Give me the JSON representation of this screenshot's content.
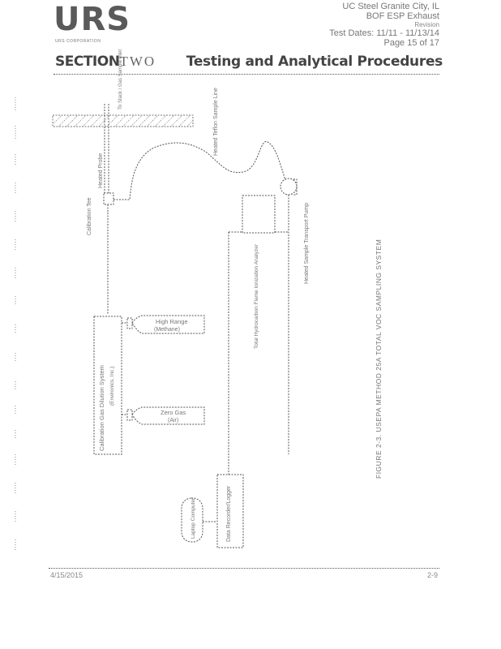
{
  "header": {
    "logo_text": "URS",
    "logo_tagline": "URS CORPORATION",
    "section_bold": "SECTION",
    "section_light": "TWO",
    "title": "Testing and Analytical Procedures",
    "info_lines": [
      "UC Steel Granite City, IL",
      "BOF ESP Exhaust",
      "Test Dates: 11/11 - 11/13/14",
      "Page 15 of 17"
    ],
    "info_overlay": "Revision"
  },
  "figure": {
    "caption": "FIGURE 2-3. USEPA METHOD 25A TOTAL VOC SAMPLING SYSTEM",
    "labels": {
      "probe_inlet": "To Stack / Gas Sample Inlet",
      "heated_probe": "Heated Probe",
      "calibration_tee": "Calibration Tee",
      "heated_sample_line": "Heated Teflon Sample Line",
      "heated_sample_pump": "Heated Sample Transport Pump",
      "analyzer": "Total Hydrocarbon Flame Ionization Analyzer",
      "dilution_system": "Calibration Gas Dilution System",
      "dilution_sub": "(Environics, Inc.)",
      "high_range": "High Range",
      "high_range_sub": "(Methane)",
      "zero_gas": "Zero Gas",
      "zero_gas_sub": "(Air)",
      "data_recorder": "Data Recorder/Logger",
      "laptop": "Laptop Computer"
    }
  },
  "footer": {
    "doc_number": "4/15/2015",
    "page_number": "2-9"
  }
}
